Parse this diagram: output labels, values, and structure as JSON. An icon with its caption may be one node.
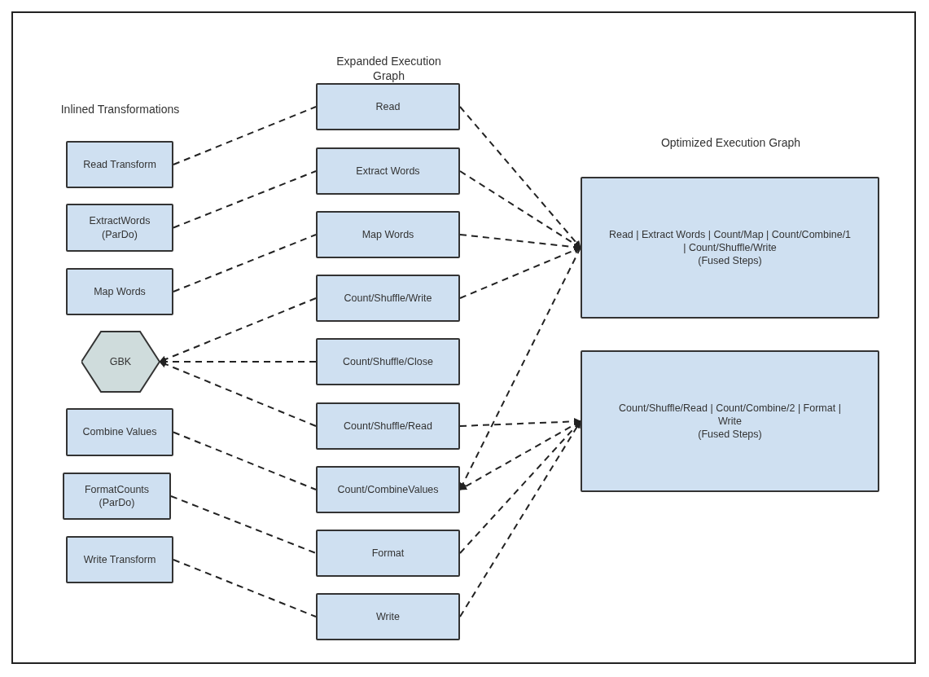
{
  "diagram": {
    "nodes": [
      {
        "text": [
          "Read Transform"
        ]
      },
      {
        "text": [
          "ExtractWords (ParDo)"
        ]
      },
      {
        "text": [
          "Map Words"
        ]
      },
      {
        "text": [
          "GBK"
        ]
      },
      {
        "text": [
          "Combine Values"
        ]
      },
      {
        "text": [
          "FormatCounts (ParDo)"
        ]
      },
      {
        "text": [
          "Write Transform"
        ]
      },
      {
        "text": [
          "Read"
        ]
      },
      {
        "text": [
          "Extract Words"
        ]
      },
      {
        "text": [
          "Map Words"
        ]
      },
      {
        "text": [
          "Count/Shuffle/Write"
        ]
      },
      {
        "text": [
          "Count/Shuffle/Close"
        ]
      },
      {
        "text": [
          "Count/Shuffle/Read"
        ]
      },
      {
        "text": [
          "Count/CombineValues"
        ]
      },
      {
        "text": [
          "Format"
        ]
      },
      {
        "text": [
          "Write"
        ]
      },
      {
        "text": [
          "Read | Extract Words | Count/Map | Count/Combine/1 | Count/Shuffle/Write",
          "(Fused Steps)"
        ]
      },
      {
        "text": [
          "Count/Shuffle/Read | Count/Combine/2 | Format | Write",
          "(Fused Steps)"
        ]
      }
    ],
    "edges": [
      {
        "from": 0,
        "to": 7,
        "arrow": "none",
        "style": "dashed"
      },
      {
        "from": 1,
        "to": 8,
        "arrow": "none",
        "style": "dashed"
      },
      {
        "from": 2,
        "to": 9,
        "arrow": "none",
        "style": "dashed"
      },
      {
        "from": 10,
        "to": 3,
        "arrow": "to",
        "style": "dashed"
      },
      {
        "from": 11,
        "to": 3,
        "arrow": "to",
        "style": "dashed"
      },
      {
        "from": 12,
        "to": 3,
        "arrow": "to",
        "style": "dashed"
      },
      {
        "from": 4,
        "to": 13,
        "arrow": "none",
        "style": "dashed"
      },
      {
        "from": 5,
        "to": 14,
        "arrow": "none",
        "style": "dashed"
      },
      {
        "from": 6,
        "to": 15,
        "arrow": "none",
        "style": "dashed"
      },
      {
        "from": 7,
        "to": 16,
        "arrow": "to",
        "style": "dashed"
      },
      {
        "from": 8,
        "to": 16,
        "arrow": "to",
        "style": "dashed"
      },
      {
        "from": 9,
        "to": 16,
        "arrow": "to",
        "style": "dashed"
      },
      {
        "from": 10,
        "to": 16,
        "arrow": "to",
        "style": "dashed"
      },
      {
        "from": 16,
        "to": 13,
        "arrow": "to",
        "style": "dashed"
      },
      {
        "from": 12,
        "to": 17,
        "arrow": "to",
        "style": "dashed"
      },
      {
        "from": 17,
        "to": 13,
        "arrow": "to",
        "style": "dashed"
      },
      {
        "from": 14,
        "to": 17,
        "arrow": "to",
        "style": "dashed"
      },
      {
        "from": 15,
        "to": 17,
        "arrow": "to",
        "style": "dashed"
      }
    ],
    "labels": [
      "Expanded Execution Graph",
      "Inlined Transformations",
      "Optimized Execution Graph"
    ]
  }
}
